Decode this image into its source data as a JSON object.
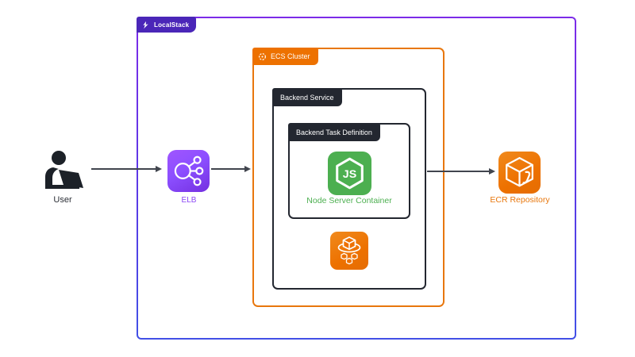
{
  "badges": {
    "localstack": "LocalStack",
    "ecs_cluster": "ECS Cluster",
    "backend_service": "Backend Service",
    "task_definition": "Backend Task Definition"
  },
  "nodes": {
    "user": {
      "label": "User"
    },
    "elb": {
      "label": "ELB"
    },
    "node_container": {
      "label": "Node Server Container",
      "hex_text": "JS"
    },
    "ecr": {
      "label": "ECR Repository"
    }
  },
  "icons": {
    "localstack_logo": "localstack-logo",
    "ecs_cluster_ring": "cluster-ring-icon",
    "user_at_laptop": "user-laptop-icon",
    "elb_network": "load-balancer-icon",
    "nodejs_hexagon": "nodejs-icon",
    "ecs_service_cubes": "ecs-service-icon",
    "ecr_box": "ecr-registry-icon"
  },
  "colors": {
    "localstack_badge": "#4a26b8",
    "outer_border_top": "#7c2be8",
    "outer_border_bottom": "#4150e6",
    "orange": "#ed7100",
    "orange_border": "#e8770d",
    "dark": "#232730",
    "node_green": "#4caf50",
    "elb_purple": "#8c4fff",
    "arrow": "#41454e"
  }
}
